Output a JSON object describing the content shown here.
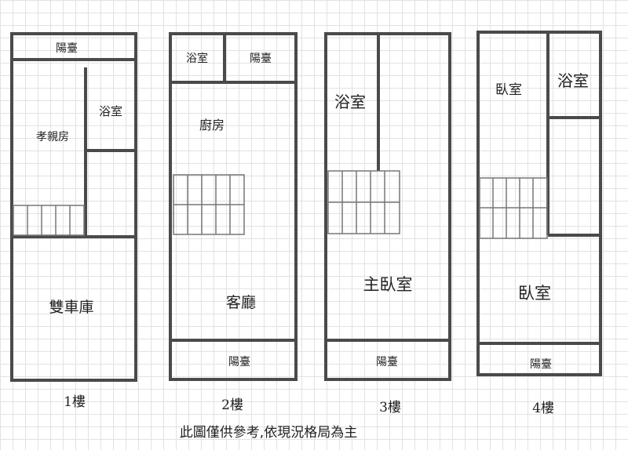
{
  "floors": [
    {
      "label": "1樓",
      "rooms": {
        "balcony": "陽臺",
        "bath": "浴室",
        "filial_room": "孝親房",
        "garage": "雙車庫"
      }
    },
    {
      "label": "2樓",
      "rooms": {
        "bath": "浴室",
        "balcony_top": "陽臺",
        "kitchen": "廚房",
        "living": "客廳",
        "balcony_bottom": "陽臺"
      }
    },
    {
      "label": "3樓",
      "rooms": {
        "bath": "浴室",
        "master": "主臥室",
        "balcony": "陽臺"
      }
    },
    {
      "label": "4樓",
      "rooms": {
        "bedroom_top": "臥室",
        "bath": "浴室",
        "bedroom": "臥室",
        "balcony": "陽臺"
      }
    }
  ],
  "footnote": "此圖僅供參考,依現況格局為主"
}
